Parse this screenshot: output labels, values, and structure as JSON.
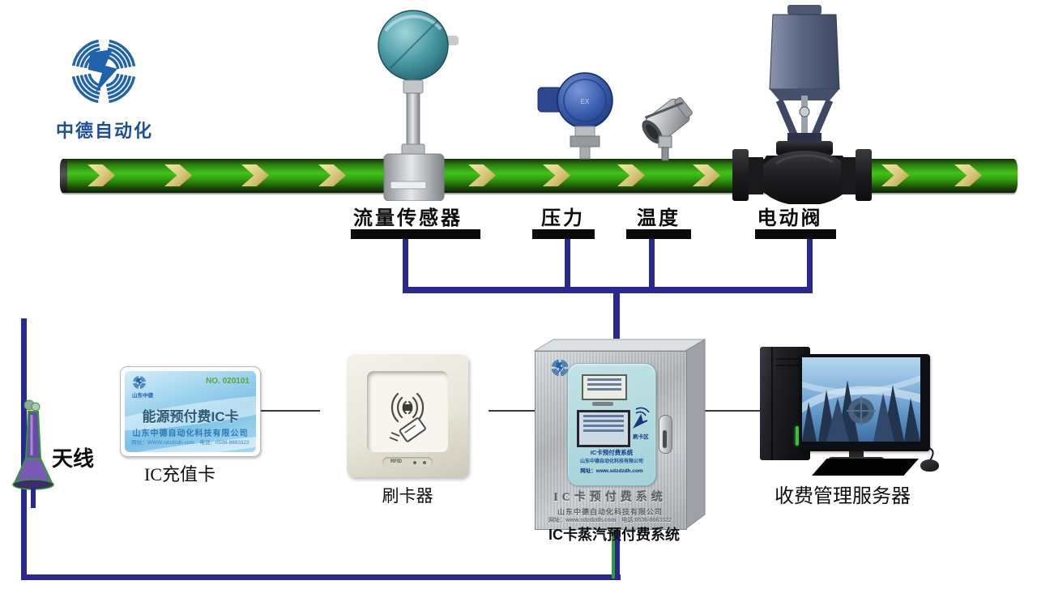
{
  "company_logo": {
    "name": "中德自动化"
  },
  "pipe": {
    "labels": {
      "flow_sensor": "流量传感器",
      "pressure": "压力",
      "temperature": "温度",
      "valve": "电动阀"
    }
  },
  "devices": {
    "pressure_marking": "EX"
  },
  "antenna": {
    "label": "天线"
  },
  "ic_card": {
    "brand": "山东中德",
    "number": "NO. 020101",
    "title": "能源预付费IC卡",
    "company": "山东中德自动化科技有限公司",
    "contact": "网址：WWW.sdzdzdh.com　电话：0536-8663322",
    "caption": "IC充值卡"
  },
  "card_reader": {
    "caption": "刷卡器",
    "indicator_text": "RFID"
  },
  "cabinet": {
    "caption": "IC卡蒸汽预付费系统",
    "panel": {
      "title": "IC卡预付费系统",
      "company": "山东中德自动化科技有限公司",
      "website": "网址：www.sdzdzdh.com",
      "swipe_label": "刷卡区"
    },
    "engraving": {
      "title": "IC卡预付费系统",
      "company": "山东中德自动化科技有限公司",
      "contact": "网址：www.sdzdzdh.com　电话:0536-8663322"
    }
  },
  "server": {
    "caption": "收费管理服务器"
  },
  "colors": {
    "pipe_green": "#35a512",
    "wire_blue": "#28288e",
    "arrow_tan": "#d9c67c",
    "logo_blue": "#2063ad",
    "cabinet_panel": "#aed6dc"
  }
}
